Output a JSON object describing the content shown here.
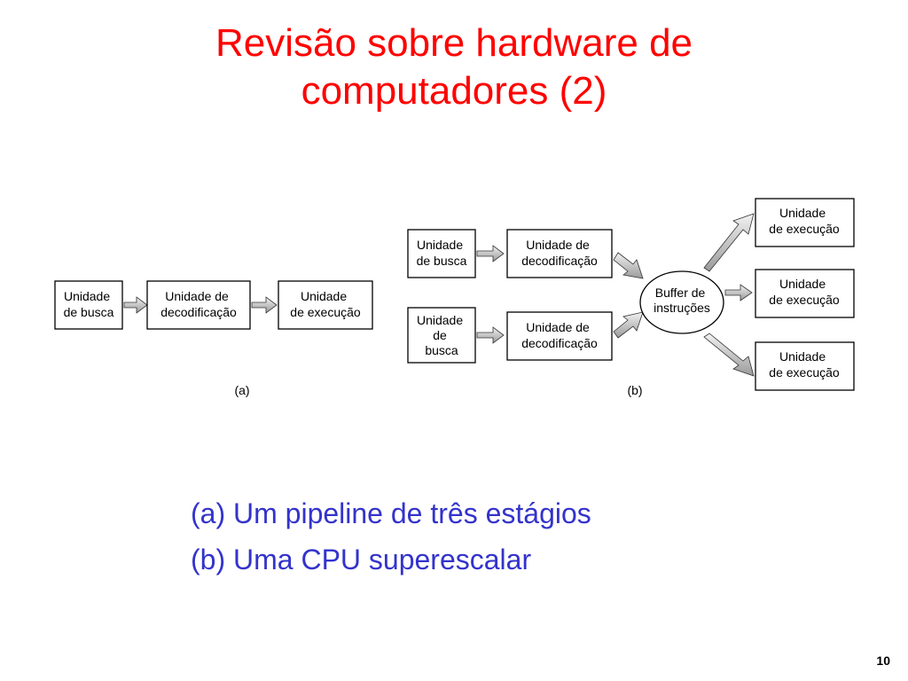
{
  "slide": {
    "title_line1": "Revisão sobre hardware de",
    "title_line2": "computadores (2)",
    "page_number": "10"
  },
  "diagram": {
    "a": {
      "label": "(a)",
      "fetch": [
        "Unidade",
        "de busca"
      ],
      "decode": [
        "Unidade de",
        "decodificação"
      ],
      "execute": [
        "Unidade",
        "de execução"
      ]
    },
    "b": {
      "label": "(b)",
      "fetch1": [
        "Unidade",
        "de busca"
      ],
      "decode1": [
        "Unidade de",
        "decodificação"
      ],
      "fetch2": [
        "Unidade",
        "de",
        "busca"
      ],
      "decode2": [
        "Unidade de",
        "decodificação"
      ],
      "buffer": [
        "Buffer de",
        "instruções"
      ],
      "exec1": [
        "Unidade",
        "de execução"
      ],
      "exec2": [
        "Unidade",
        "de execução"
      ],
      "exec3": [
        "Unidade",
        "de execução"
      ]
    }
  },
  "captions": {
    "line_a": "(a) Um pipeline de três estágios",
    "line_b": "(b) Uma CPU superescalar"
  }
}
